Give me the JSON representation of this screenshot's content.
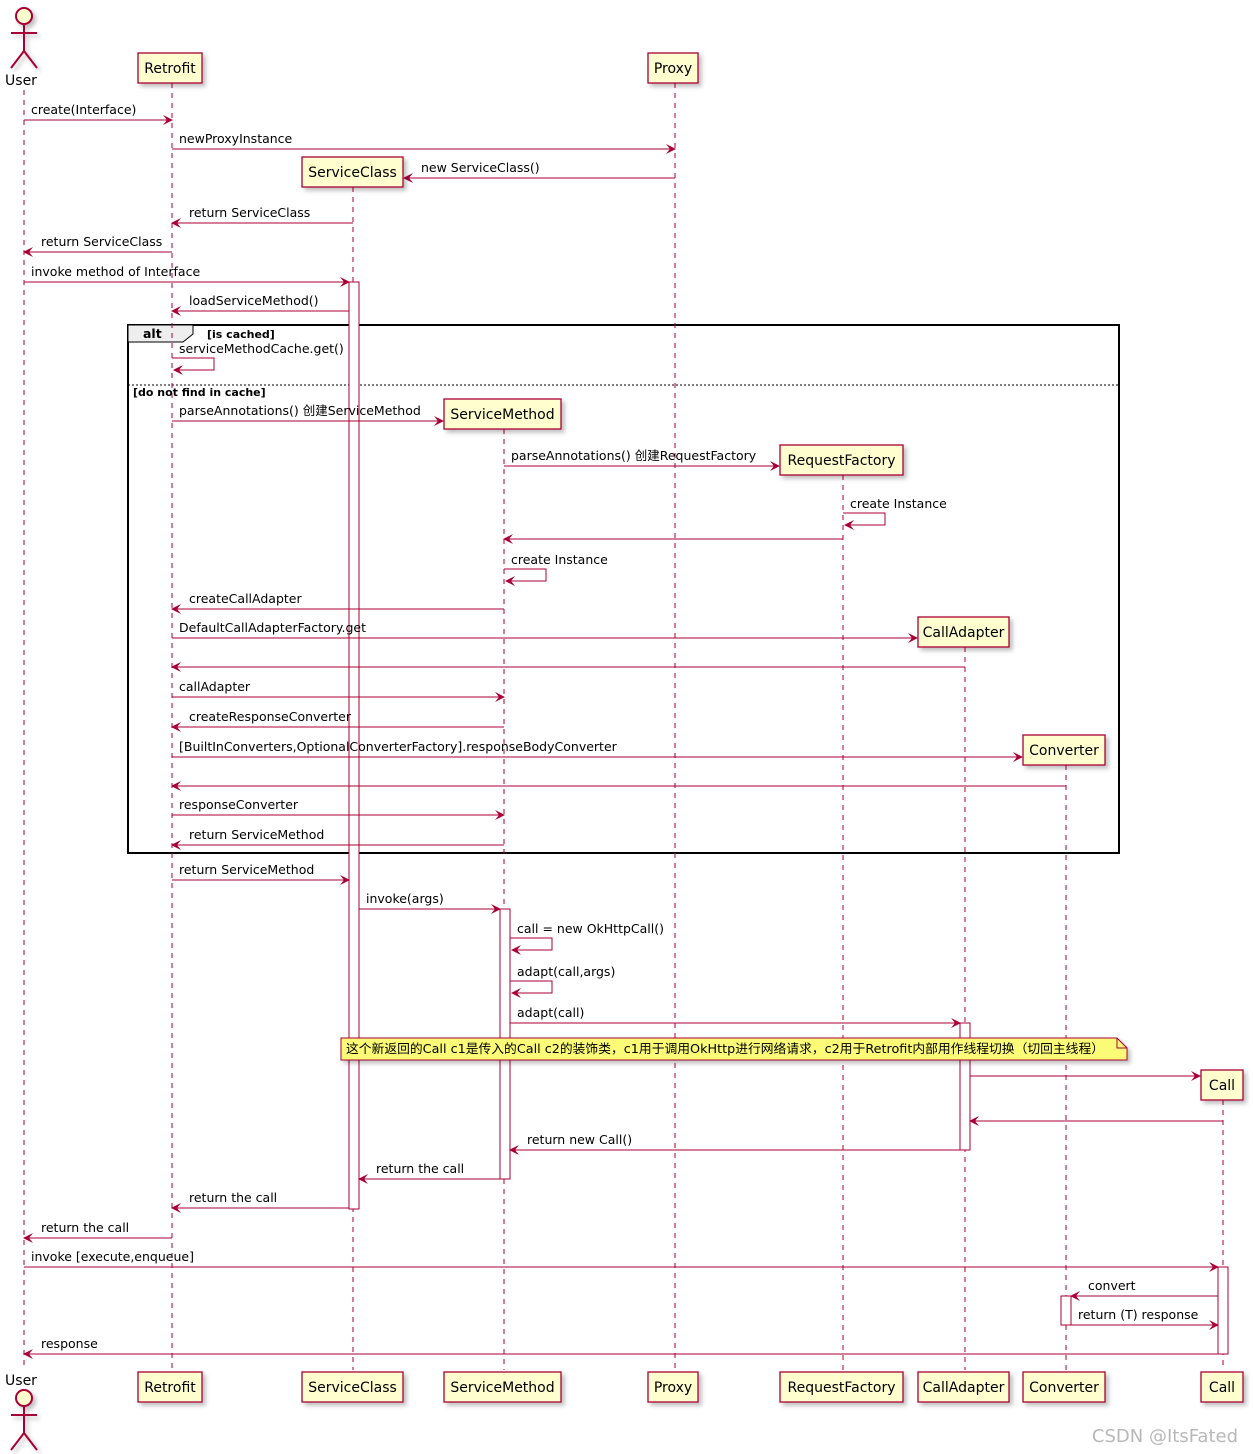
{
  "colors": {
    "line": "#a80036",
    "box_fill": "#fefece",
    "note_fill": "#fbfb77",
    "frag_header": "#eeeeee"
  },
  "participants": {
    "user": "User",
    "retrofit": "Retrofit",
    "serviceclass": "ServiceClass",
    "servicemethod": "ServiceMethod",
    "proxy": "Proxy",
    "requestfactory": "RequestFactory",
    "calladapter": "CallAdapter",
    "converter": "Converter",
    "call": "Call"
  },
  "fragment": {
    "keyword": "alt",
    "guard_1": "[is cached]",
    "guard_2": "[do not find in cache]"
  },
  "messages": [
    {
      "from": "user",
      "to": "retrofit",
      "label": "create(Interface)"
    },
    {
      "from": "retrofit",
      "to": "proxy",
      "label": "newProxyInstance"
    },
    {
      "from": "proxy",
      "to": "serviceclass",
      "label": "new ServiceClass()",
      "create": true
    },
    {
      "from": "serviceclass",
      "to": "retrofit",
      "label": "return ServiceClass"
    },
    {
      "from": "retrofit",
      "to": "user",
      "label": "return ServiceClass"
    },
    {
      "from": "user",
      "to": "serviceclass",
      "label": "invoke method of Interface"
    },
    {
      "from": "serviceclass",
      "to": "retrofit",
      "label": "loadServiceMethod()"
    },
    {
      "from": "retrofit",
      "to": "retrofit",
      "label": "serviceMethodCache.get()"
    },
    {
      "from": "retrofit",
      "to": "servicemethod",
      "label": "parseAnnotations() 创建ServiceMethod",
      "create": true
    },
    {
      "from": "servicemethod",
      "to": "requestfactory",
      "label": "parseAnnotations() 创建RequestFactory",
      "create": true
    },
    {
      "from": "requestfactory",
      "to": "requestfactory",
      "label": "create Instance"
    },
    {
      "from": "requestfactory",
      "to": "servicemethod",
      "label": ""
    },
    {
      "from": "servicemethod",
      "to": "servicemethod",
      "label": "create Instance"
    },
    {
      "from": "servicemethod",
      "to": "retrofit",
      "label": "createCallAdapter"
    },
    {
      "from": "retrofit",
      "to": "calladapter",
      "label": "DefaultCallAdapterFactory.get",
      "create": true
    },
    {
      "from": "calladapter",
      "to": "retrofit",
      "label": ""
    },
    {
      "from": "retrofit",
      "to": "servicemethod",
      "label": "callAdapter"
    },
    {
      "from": "servicemethod",
      "to": "retrofit",
      "label": "createResponseConverter"
    },
    {
      "from": "retrofit",
      "to": "converter",
      "label": "[BuiltInConverters,OptionalConverterFactory].responseBodyConverter",
      "create": true
    },
    {
      "from": "converter",
      "to": "retrofit",
      "label": ""
    },
    {
      "from": "retrofit",
      "to": "servicemethod",
      "label": "responseConverter"
    },
    {
      "from": "servicemethod",
      "to": "retrofit",
      "label": "return ServiceMethod"
    },
    {
      "from": "retrofit",
      "to": "serviceclass",
      "label": "return ServiceMethod"
    },
    {
      "from": "serviceclass",
      "to": "servicemethod",
      "label": "invoke(args)"
    },
    {
      "from": "servicemethod",
      "to": "servicemethod",
      "label": "call = new OkHttpCall()"
    },
    {
      "from": "servicemethod",
      "to": "servicemethod",
      "label": "adapt(call,args)"
    },
    {
      "from": "servicemethod",
      "to": "calladapter",
      "label": "adapt(call)"
    },
    {
      "from": "calladapter",
      "to": "call",
      "label": "",
      "create": true
    },
    {
      "from": "call",
      "to": "calladapter",
      "label": ""
    },
    {
      "from": "calladapter",
      "to": "servicemethod",
      "label": "return new Call()"
    },
    {
      "from": "servicemethod",
      "to": "serviceclass",
      "label": "return the call"
    },
    {
      "from": "serviceclass",
      "to": "retrofit",
      "label": "return the call"
    },
    {
      "from": "retrofit",
      "to": "user",
      "label": "return the call"
    },
    {
      "from": "user",
      "to": "call",
      "label": "invoke [execute,enqueue]"
    },
    {
      "from": "call",
      "to": "converter",
      "label": "convert"
    },
    {
      "from": "converter",
      "to": "call",
      "label": "return (T) response"
    },
    {
      "from": "call",
      "to": "user",
      "label": "response"
    }
  ],
  "note": "这个新返回的Call c1是传入的Call c2的装饰类，c1用于调用OkHttp进行网络请求，c2用于Retrofit内部用作线程切换（切回主线程）",
  "watermark": "CSDN @ItsFated"
}
